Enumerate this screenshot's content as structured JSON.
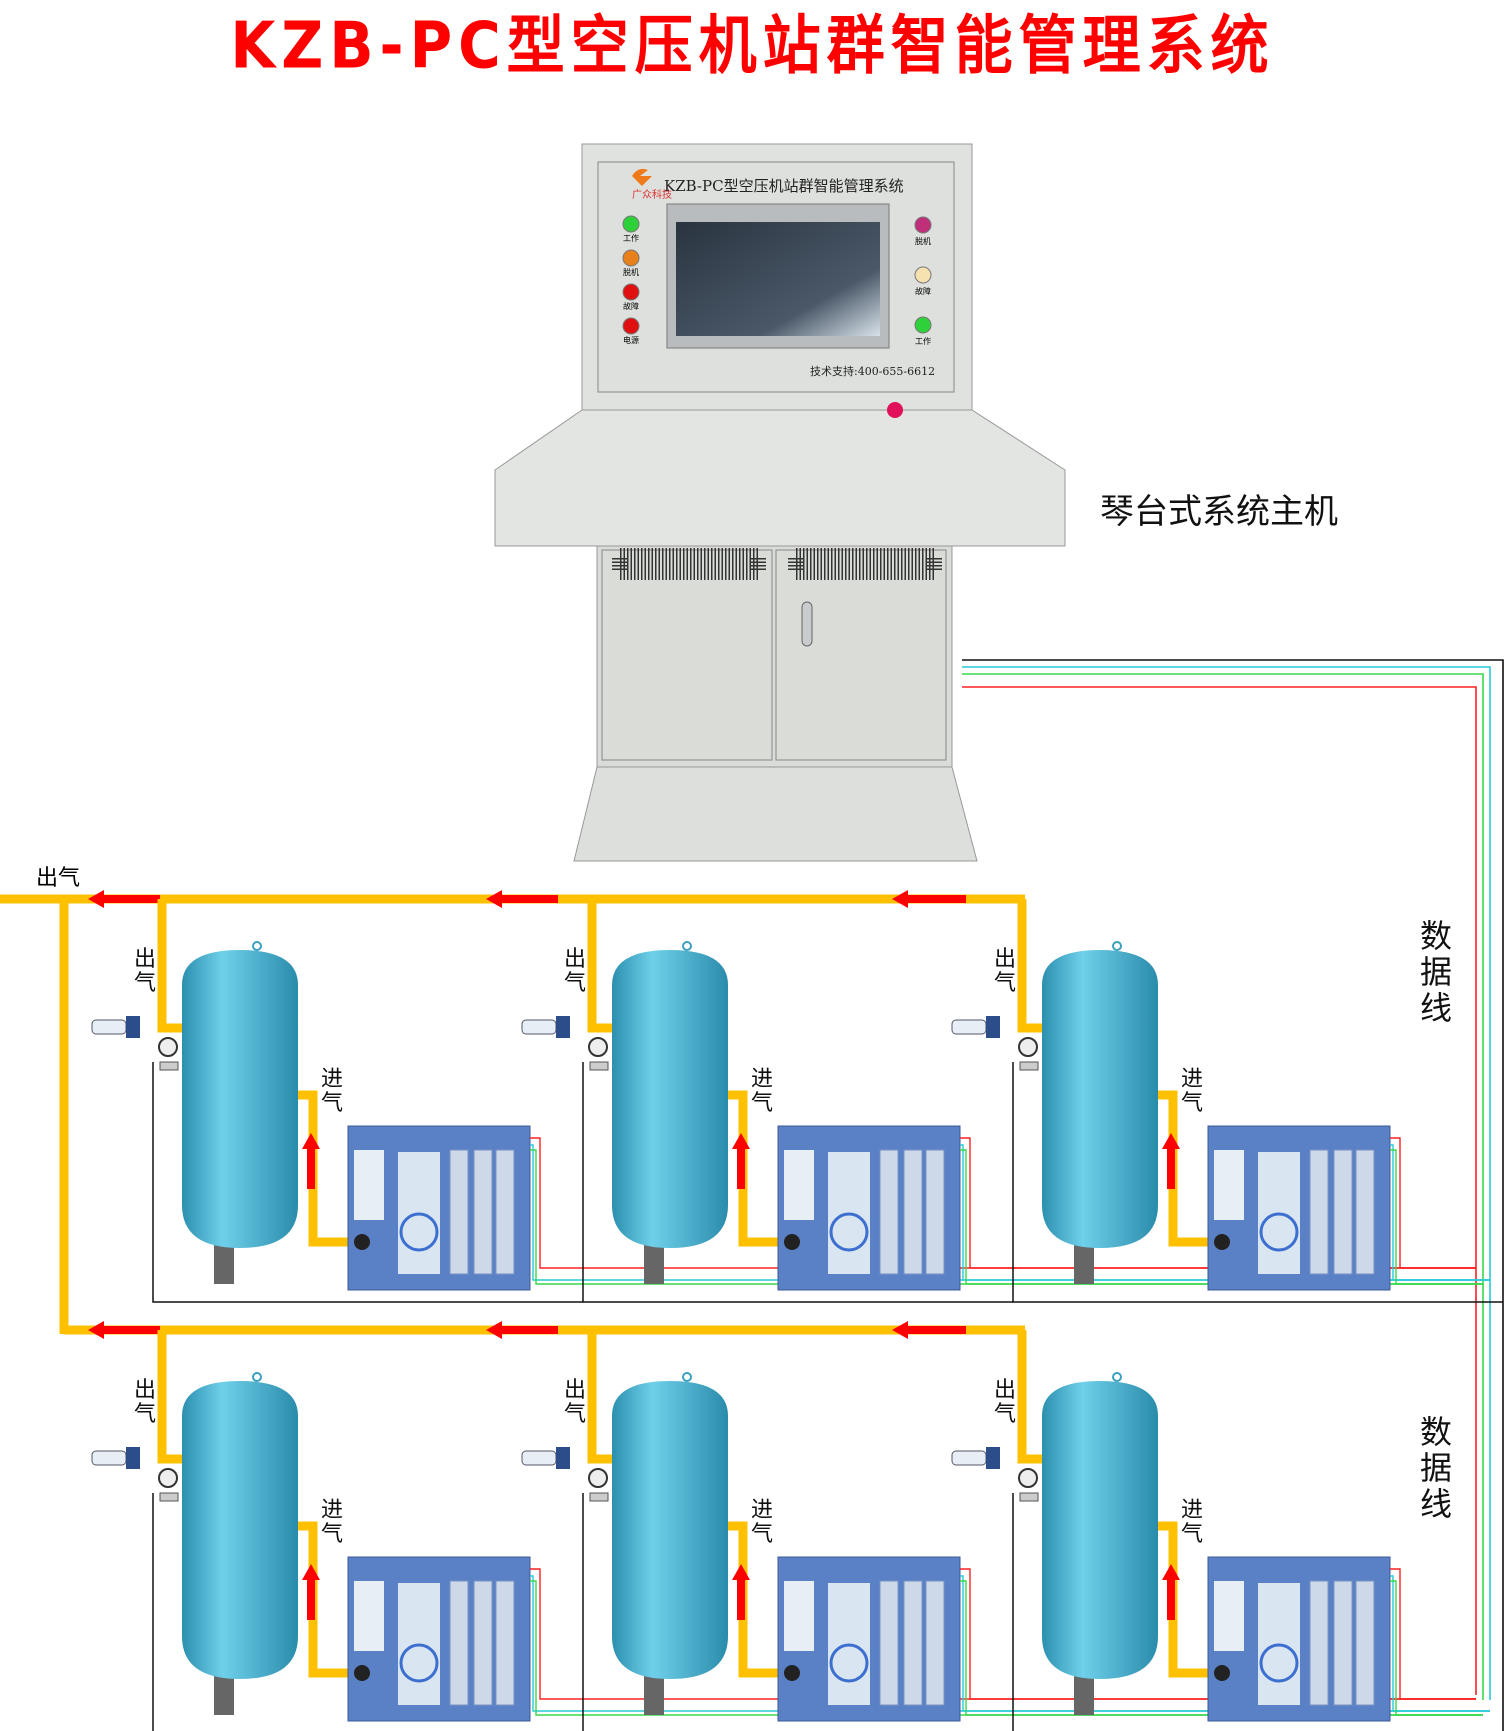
{
  "title": "KZB-PC型空压机站群智能管理系统",
  "console": {
    "label": "琴台式系统主机",
    "panel_title": "KZB-PC型空压机站群智能管理系统",
    "brand": "广众科技",
    "support": "技术支持:400-655-6612",
    "left_lamps": [
      {
        "label": "工作",
        "color": "#2fd13a"
      },
      {
        "label": "脱机",
        "color": "#e8801c"
      },
      {
        "label": "故障",
        "color": "#e01010"
      },
      {
        "label": "电源",
        "color": "#e01010"
      }
    ],
    "right_lamps": [
      {
        "label": "脱机",
        "color": "#c0307a"
      },
      {
        "label": "故障",
        "color": "#f6e2b0"
      },
      {
        "label": "工作",
        "color": "#2fd13a"
      }
    ]
  },
  "labels": {
    "main_outlet": "出气",
    "tank_outlet": "出气",
    "tank_inlet": "进气",
    "data_line": "数据线"
  },
  "colors": {
    "pipe": "#ffc000",
    "arrow": "#ff0000",
    "tank": "#45b3d3",
    "compressor": "#5a80c6"
  }
}
